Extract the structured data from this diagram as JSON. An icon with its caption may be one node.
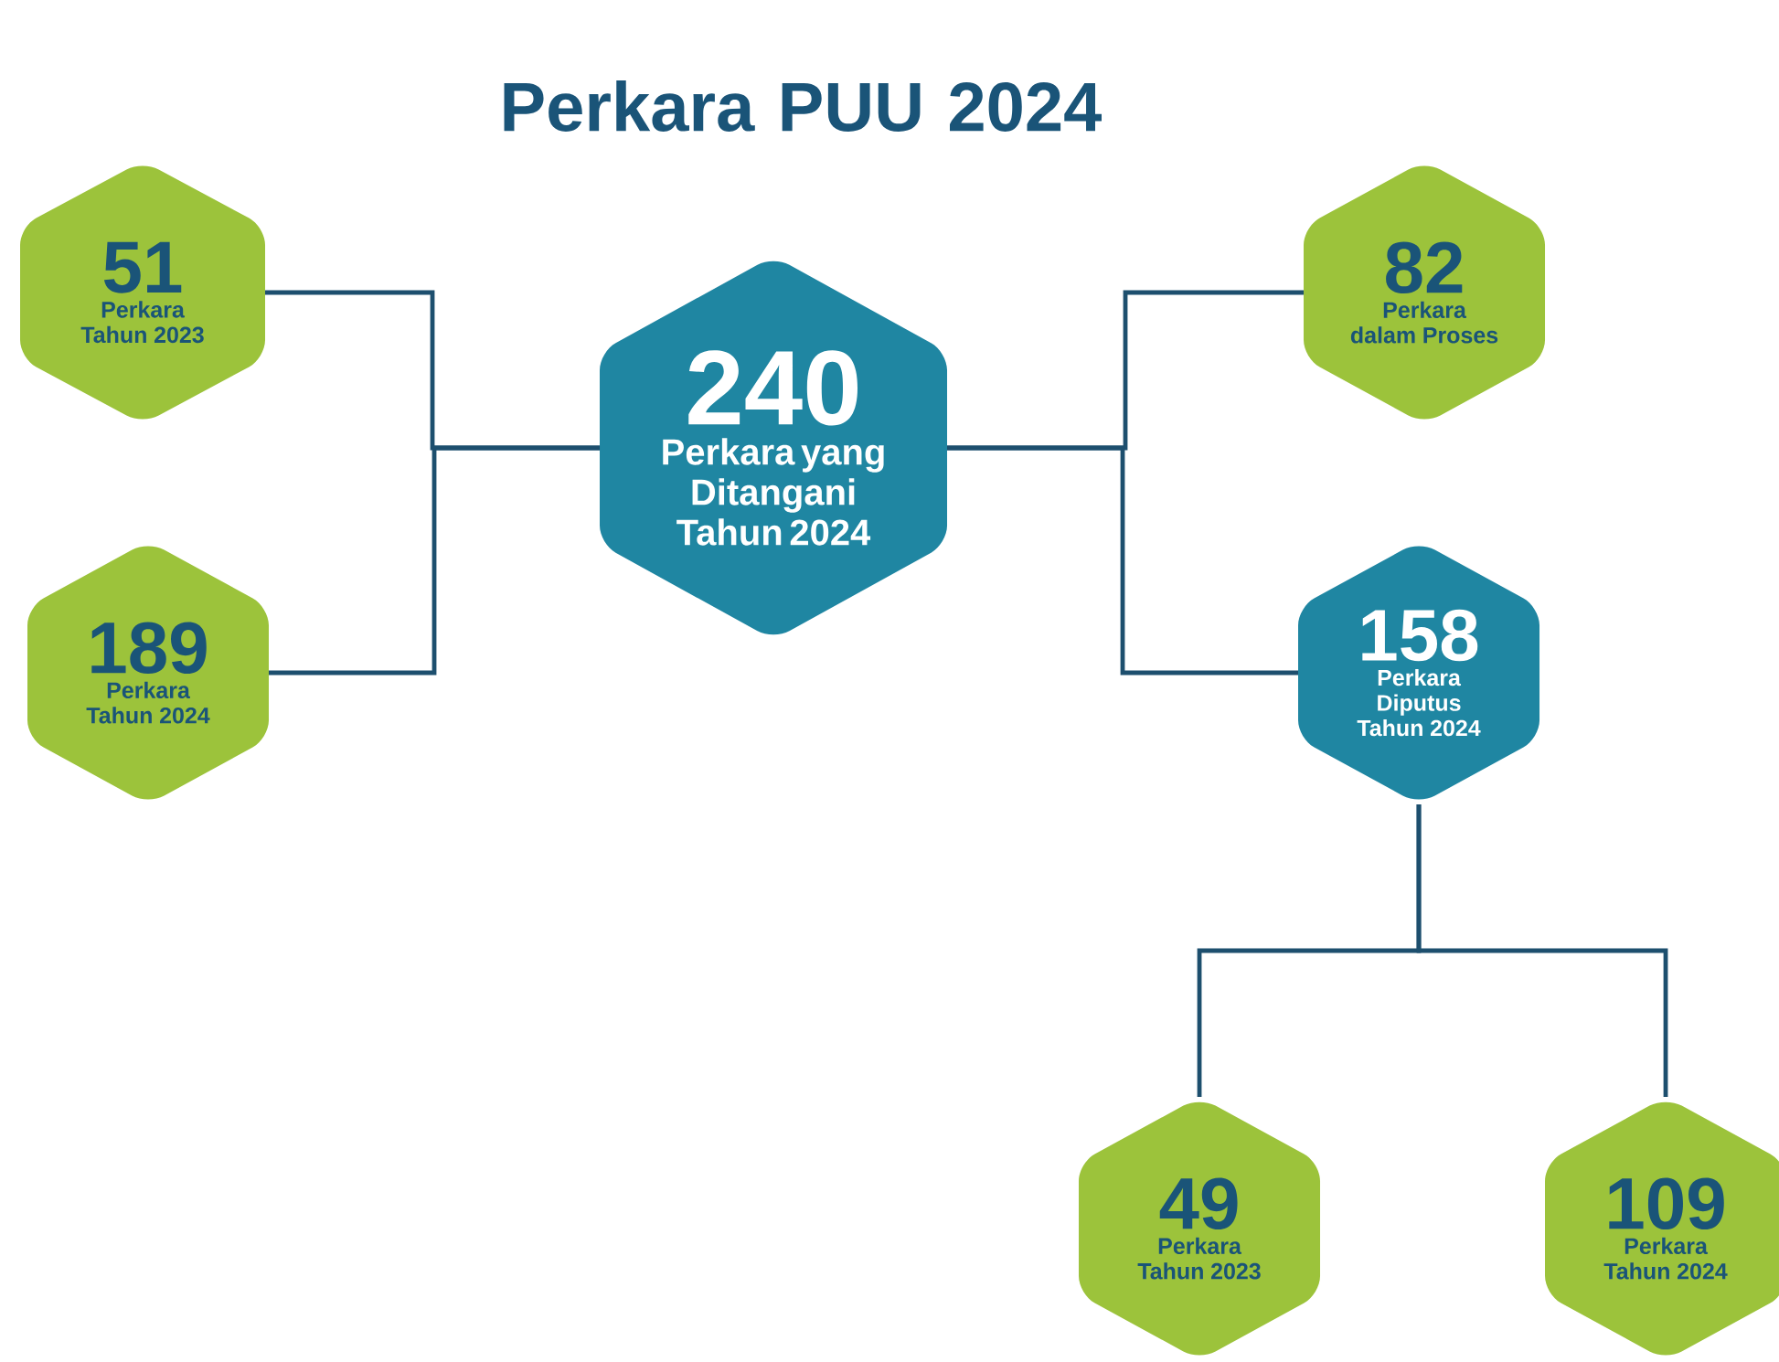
{
  "diagram": {
    "title": "Perkara PUU 2024",
    "nodes": [
      {
        "text": [
          "240",
          "Perkara yang Ditangani Tahun 2024"
        ]
      },
      {
        "text": [
          "51",
          "Perkara Tahun 2023"
        ]
      },
      {
        "text": [
          "189",
          "Perkara Tahun 2024"
        ]
      },
      {
        "text": [
          "82",
          "Perkara dalam Proses"
        ]
      },
      {
        "text": [
          "158",
          "Perkara Diputus Tahun 2024"
        ]
      },
      {
        "text": [
          "49",
          "Perkara Tahun 2023"
        ]
      },
      {
        "text": [
          "109",
          "Perkara Tahun 2024"
        ]
      }
    ],
    "edges": [
      {
        "from": 1,
        "to": 0,
        "arrow": "none"
      },
      {
        "from": 2,
        "to": 0,
        "arrow": "none"
      },
      {
        "from": 0,
        "to": 3,
        "arrow": "none"
      },
      {
        "from": 0,
        "to": 4,
        "arrow": "none"
      },
      {
        "from": 4,
        "to": 5,
        "arrow": "none"
      },
      {
        "from": 4,
        "to": 6,
        "arrow": "none"
      }
    ]
  }
}
